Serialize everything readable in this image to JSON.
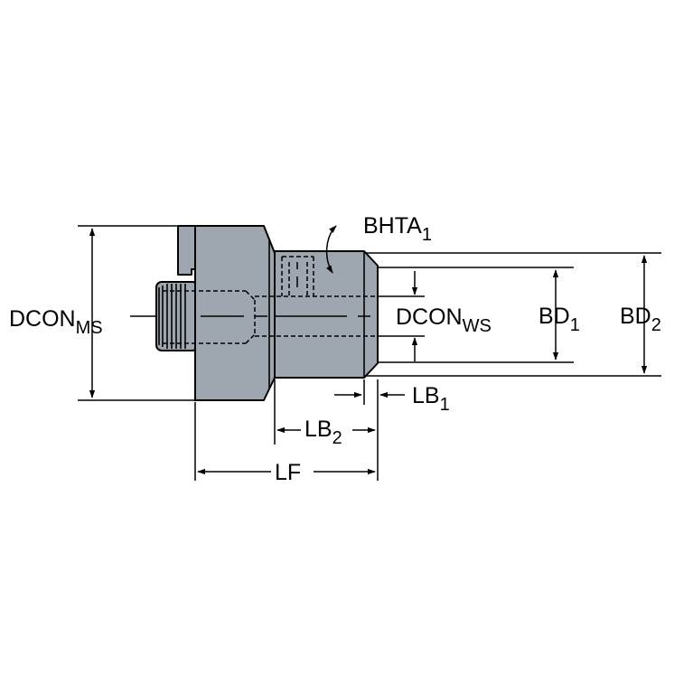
{
  "colors": {
    "body": "#9ea7b0",
    "outline": "#000000",
    "background": "#ffffff"
  },
  "labels": {
    "dcon_ms": {
      "main": "DCON",
      "sub": "MS"
    },
    "dcon_ws": {
      "main": "DCON",
      "sub": "WS"
    },
    "bhta1": {
      "main": "BHTA",
      "sub": "1"
    },
    "bd1": {
      "main": "BD",
      "sub": "1"
    },
    "bd2": {
      "main": "BD",
      "sub": "2"
    },
    "lb1": {
      "main": "LB",
      "sub": "1"
    },
    "lb2": {
      "main": "LB",
      "sub": "2"
    },
    "lf": {
      "main": "LF"
    }
  }
}
